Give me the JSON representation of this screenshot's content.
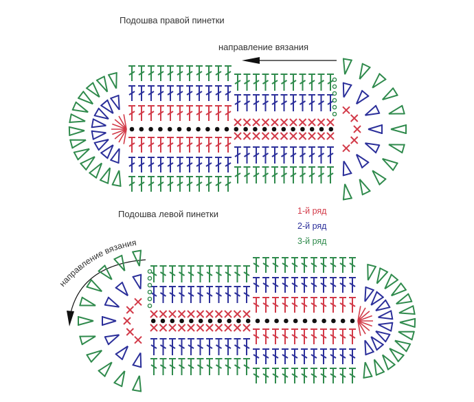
{
  "right_sole": {
    "title": "Подошва правой пинетки",
    "direction_label": "направление вязания"
  },
  "left_sole": {
    "title": "Подошва левой пинетки",
    "direction_label": "направление вязания"
  },
  "legend": [
    {
      "label": "1-й ряд",
      "color": "#d23a48"
    },
    {
      "label": "2-й ряд",
      "color": "#2b2f9a"
    },
    {
      "label": "3-й ряд",
      "color": "#2f8a4c"
    }
  ],
  "colors": {
    "row1": "#d23a48",
    "row2": "#2b2f9a",
    "row3": "#2f8a4c",
    "chain": "#111111"
  }
}
